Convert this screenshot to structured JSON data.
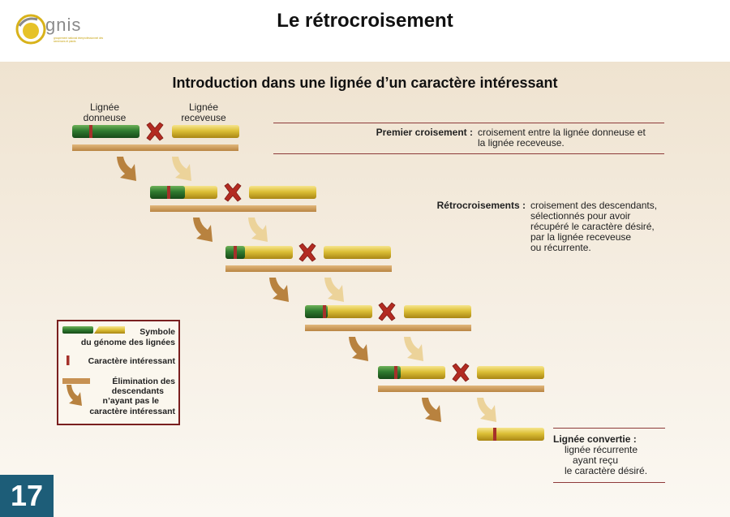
{
  "header": {
    "logo_text": "gnis",
    "logo_tagline": "groupement national interprofessionnel des semences et plants",
    "title": "Le rétrocroisement"
  },
  "subtitle": "Introduction dans une lignée d’un caractère intéressant",
  "parent_labels": {
    "donor": "Lignée donneuse",
    "recipient": "Lignée receveuse"
  },
  "steps": {
    "first_cross": {
      "label": "Premier croisement :",
      "description_line1": "croisement entre la lignée donneuse et",
      "description_line2": "la lignée receveuse."
    },
    "backcross": {
      "label": "Rétrocroisements :",
      "lines": [
        "croisement des descendants,",
        "sélectionnés pour avoir",
        "récupéré le caractère désiré,",
        "par la lignée receveuse",
        "ou récurrente."
      ]
    },
    "converted": {
      "label": "Lignée convertie :",
      "lines": [
        "lignée récurrente",
        "ayant reçu",
        "le caractère désiré."
      ]
    }
  },
  "legend": {
    "genome_symbol": [
      "Symbole",
      "du génome des lignées"
    ],
    "trait": "Caractère intéressant",
    "elimination": [
      "Élimination des",
      "descendants",
      "n’ayant pas le",
      "caractère intéressant"
    ]
  },
  "colors": {
    "donor_green": "#2f7a2f",
    "recipient_yellow": "#d9b92c",
    "trait_red": "#a5312a",
    "cross_red": "#b32b22",
    "elimination_arrow": "#b8823f",
    "selection_arrow": "#ecd39a",
    "brand_blue": "#1d5d78"
  },
  "page_number": "17"
}
